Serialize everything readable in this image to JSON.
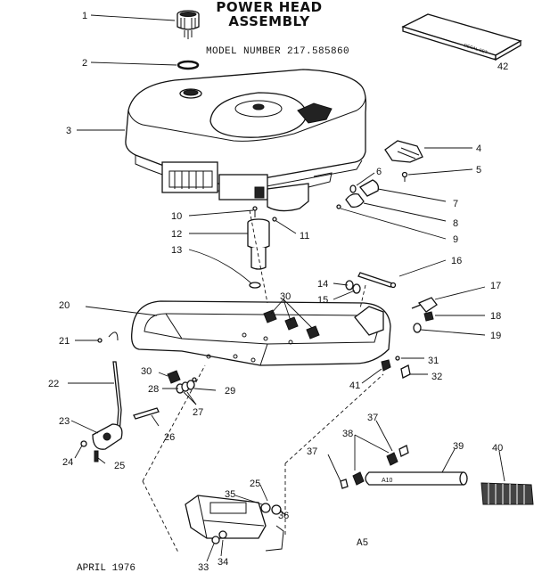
{
  "header": {
    "title_line1": "POWER HEAD",
    "title_line2": "ASSEMBLY",
    "model_label": "MODEL NUMBER 217.585860"
  },
  "footer": {
    "date": "APRIL 1976",
    "page_code": "A5"
  },
  "decal": {
    "label": "DECAL SET"
  },
  "callouts": {
    "c1": "1",
    "c2": "2",
    "c3": "3",
    "c4": "4",
    "c5": "5",
    "c6": "6",
    "c7": "7",
    "c8": "8",
    "c9": "9",
    "c10": "10",
    "c11": "11",
    "c12": "12",
    "c13": "13",
    "c14": "14",
    "c15": "15",
    "c16": "16",
    "c17": "17",
    "c18": "18",
    "c19": "19",
    "c20": "20",
    "c21": "21",
    "c22": "22",
    "c23": "23",
    "c24": "24",
    "c25a": "25",
    "c25b": "25",
    "c26": "26",
    "c27": "27",
    "c28": "28",
    "c29": "29",
    "c30a": "30",
    "c30b": "30",
    "c31": "31",
    "c32": "32",
    "c33": "33",
    "c34": "34",
    "c35": "35",
    "c36": "36",
    "c37a": "37",
    "c37b": "37",
    "c38": "38",
    "c39": "39",
    "c40": "40",
    "c41": "41",
    "c42": "42"
  }
}
